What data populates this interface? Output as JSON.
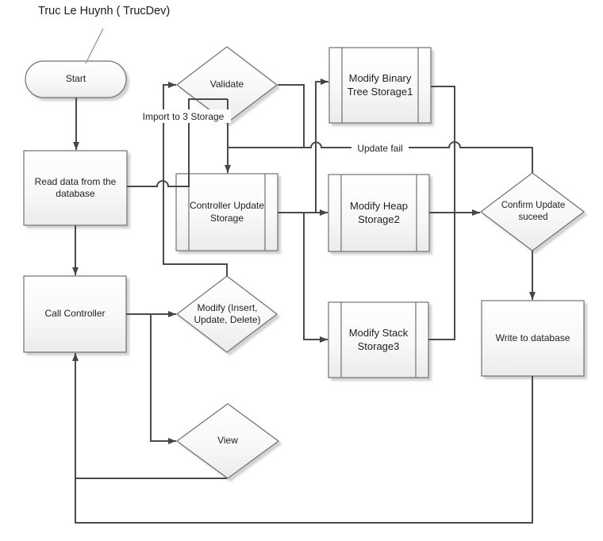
{
  "title": "Truc Le Huynh ( TrucDev)",
  "nodes": {
    "start": "Start",
    "read_data": "Read data from the database",
    "call_controller": "Call Controller",
    "controller_update": "Controller Update Storage",
    "modify_binary": "Modify Binary Tree Storage1",
    "modify_heap": "Modify Heap Storage2",
    "modify_stack": "Modify Stack Storage3",
    "write_db": "Write to database",
    "validate": "Validate",
    "modify_decision": "Modify (Insert, Update, Delete)",
    "view": "View",
    "confirm": "Confirm Update suceed"
  },
  "edge_labels": {
    "import_storage": "Import to 3 Storage",
    "update_fail": "Update fail"
  },
  "colors": {
    "connector": "#4a4a4a",
    "shape_border": "#707070",
    "shape_fill_top": "#ffffff",
    "shape_fill_bottom": "#ebebeb",
    "shadow": "#c9c9c9",
    "text": "#1f1f1f",
    "background": "#ffffff"
  }
}
